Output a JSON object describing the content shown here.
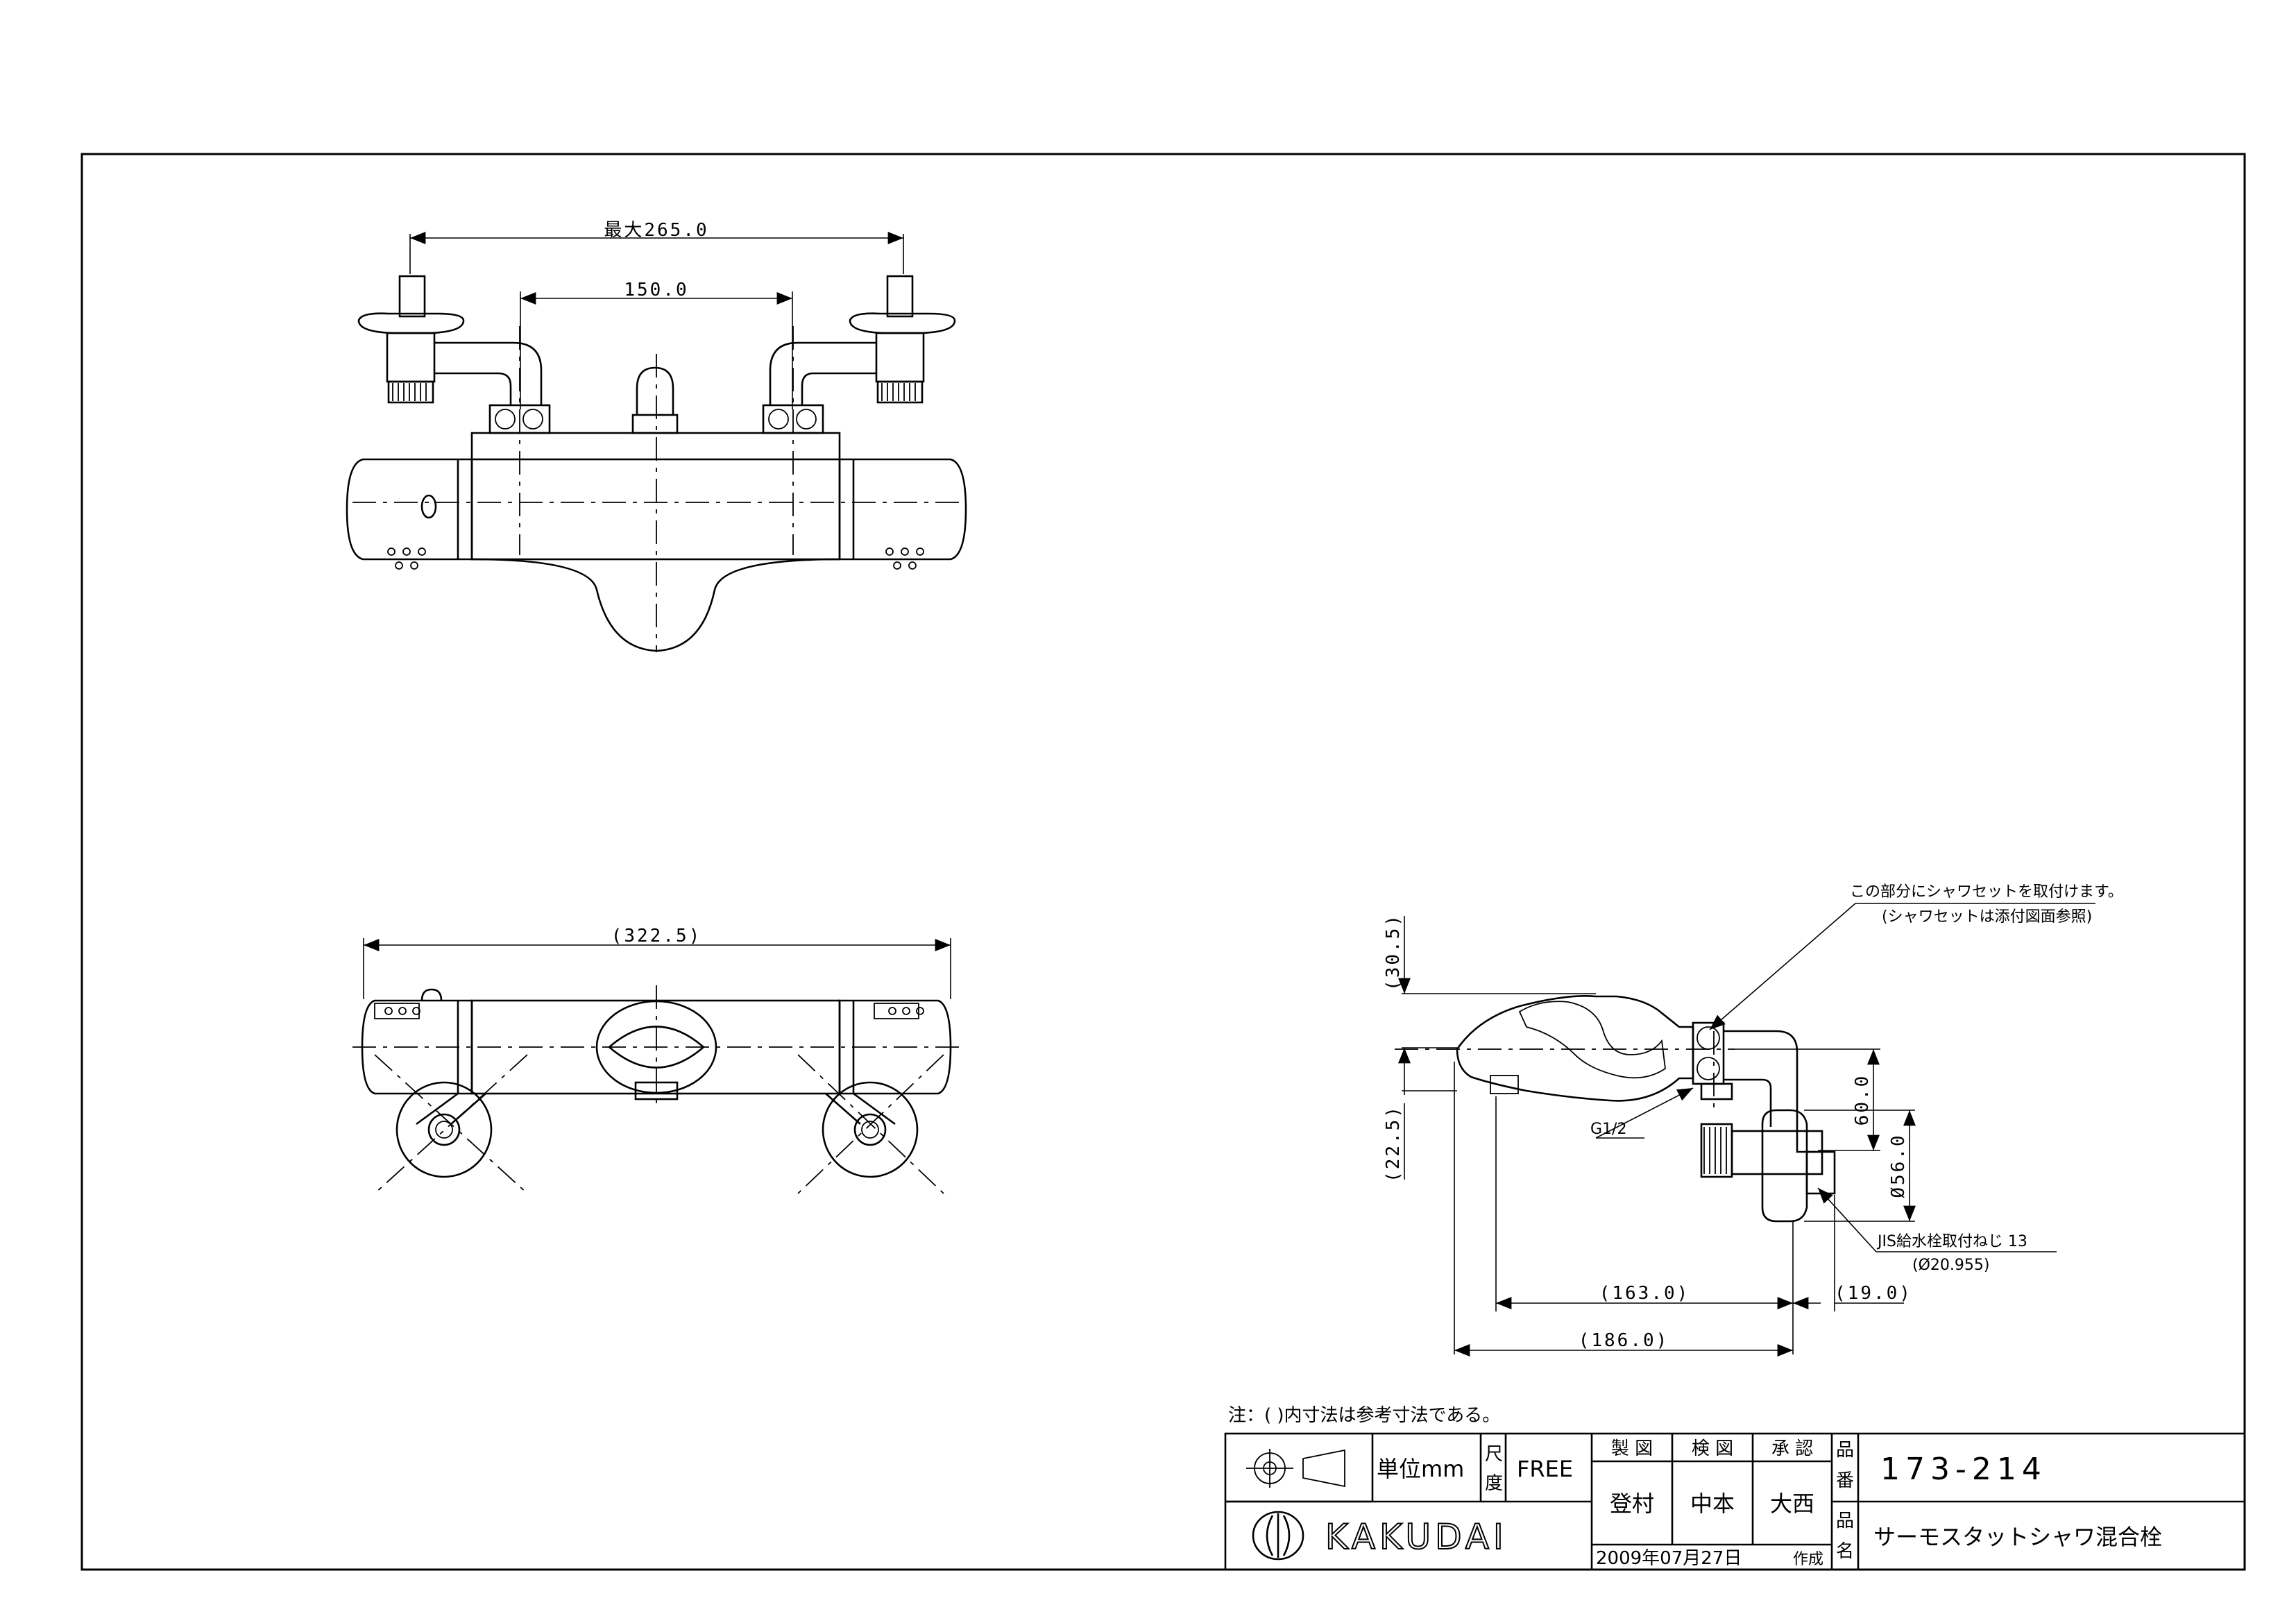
{
  "dimensions": {
    "top_overall": "最大265.0",
    "top_center": "150.0",
    "front_overall": "(322.5)",
    "side_top_offset": "(30.5)",
    "side_bottom_offset": "(22.5)",
    "side_height": "60.0",
    "side_diameter": "Ø56.0",
    "side_depth_inner": "(163.0)",
    "side_flange": "(19.0)",
    "side_depth_outer": "(186.0)"
  },
  "callouts": {
    "shower_note_line1": "この部分にシャワセットを取付けます。",
    "shower_note_line2": "(シャワセットは添付図面参照)",
    "thread": "G1/2",
    "jis_line1": "JIS給水栓取付ねじ 13",
    "jis_line2": "(Ø20.955)"
  },
  "note": "注：(  )内寸法は参考寸法である。",
  "title_block": {
    "unit_label": "単位mm",
    "scale_label_1": "尺",
    "scale_label_2": "度",
    "scale_value": "FREE",
    "drawn_header": "製 図",
    "checked_header": "検 図",
    "approved_header": "承 認",
    "drawn_by": "登村",
    "checked_by": "中本",
    "approved_by": "大西",
    "part_no_label_1": "品",
    "part_no_label_2": "番",
    "part_no": "173-214",
    "name_label_1": "品",
    "name_label_2": "名",
    "product_name": "サーモスタットシャワ混合栓",
    "company": "KAKUDAI",
    "date": "2009年07月27日",
    "created": "作成"
  }
}
